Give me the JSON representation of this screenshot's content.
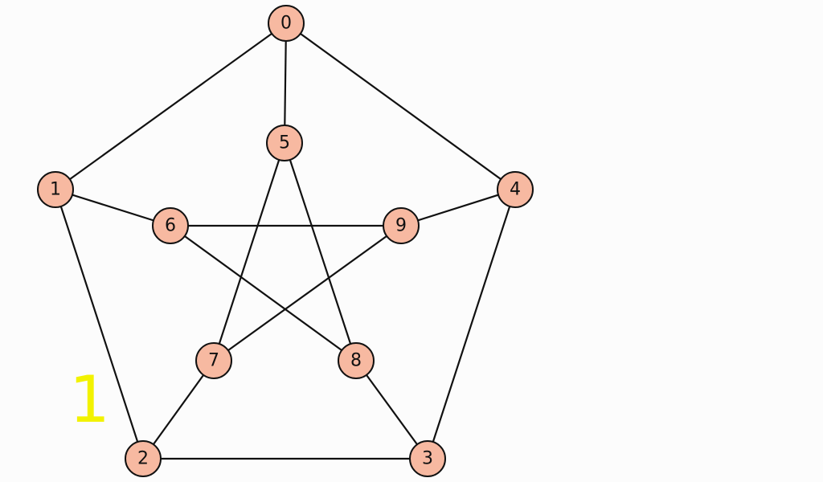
{
  "graph": {
    "node_color": "#f7b9a1",
    "edge_color": "#111111",
    "nodes": [
      {
        "id": "0",
        "label": "0"
      },
      {
        "id": "1",
        "label": "1"
      },
      {
        "id": "2",
        "label": "2"
      },
      {
        "id": "3",
        "label": "3"
      },
      {
        "id": "4",
        "label": "4"
      },
      {
        "id": "5",
        "label": "5"
      },
      {
        "id": "6",
        "label": "6"
      },
      {
        "id": "7",
        "label": "7"
      },
      {
        "id": "8",
        "label": "8"
      },
      {
        "id": "9",
        "label": "9"
      }
    ],
    "edges": [
      [
        "0",
        "1"
      ],
      [
        "1",
        "2"
      ],
      [
        "2",
        "3"
      ],
      [
        "3",
        "4"
      ],
      [
        "4",
        "0"
      ],
      [
        "0",
        "5"
      ],
      [
        "1",
        "6"
      ],
      [
        "2",
        "7"
      ],
      [
        "3",
        "8"
      ],
      [
        "4",
        "9"
      ],
      [
        "5",
        "7"
      ],
      [
        "7",
        "9"
      ],
      [
        "9",
        "6"
      ],
      [
        "6",
        "8"
      ],
      [
        "8",
        "5"
      ]
    ]
  },
  "corner_mark": {
    "text": "1",
    "color": "#f2f200"
  }
}
